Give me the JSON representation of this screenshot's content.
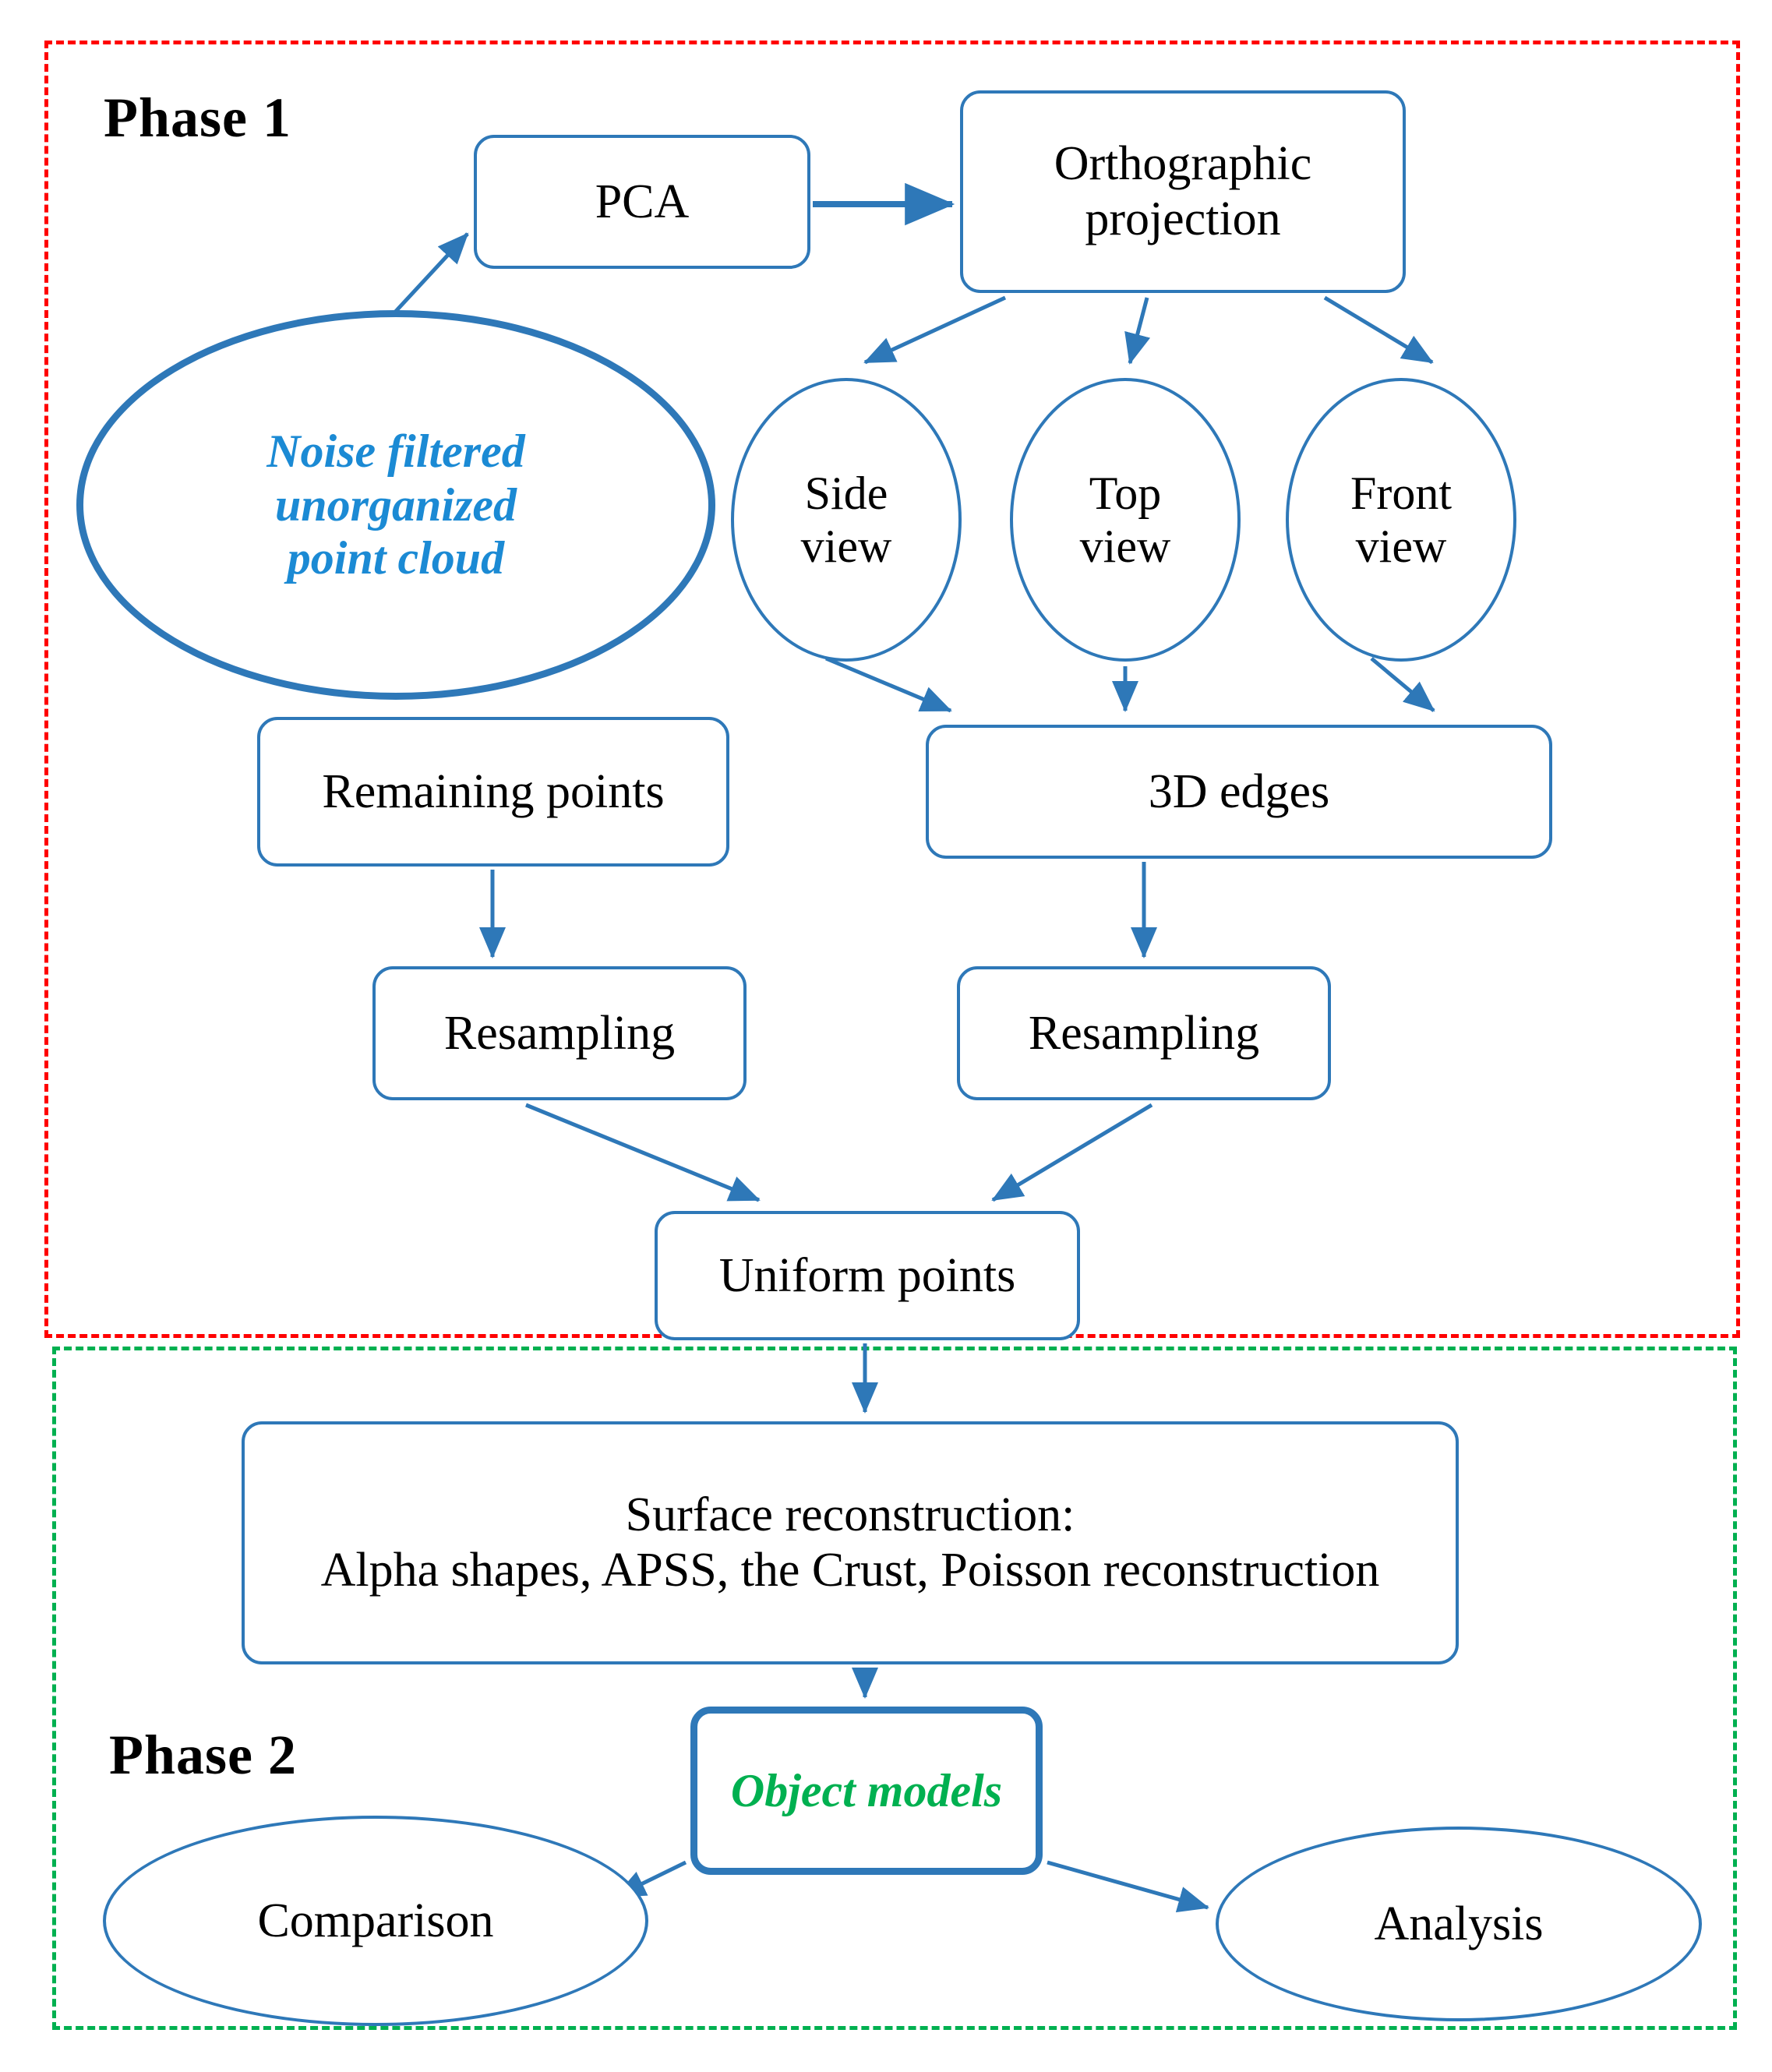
{
  "colors": {
    "node_stroke": "#2E78B8",
    "phase1_border": "#FF0000",
    "phase2_border": "#00B050",
    "cloud_text": "#1B8AD4",
    "object_text": "#00B050",
    "text": "#000000"
  },
  "phases": {
    "phase1": {
      "label": "Phase 1"
    },
    "phase2": {
      "label": "Phase 2"
    }
  },
  "nodes": {
    "pca": {
      "label": "PCA",
      "shape": "rounded-rect"
    },
    "orthographic_projection": {
      "label": "Orthographic\nprojection",
      "shape": "rounded-rect"
    },
    "noise_filtered_cloud": {
      "label": "Noise filtered\nunorganized\npoint cloud",
      "shape": "ellipse"
    },
    "side_view": {
      "label": "Side\nview",
      "shape": "ellipse"
    },
    "top_view": {
      "label": "Top\nview",
      "shape": "ellipse"
    },
    "front_view": {
      "label": "Front\nview",
      "shape": "ellipse"
    },
    "remaining_points": {
      "label": "Remaining points",
      "shape": "rounded-rect"
    },
    "three_d_edges": {
      "label": "3D edges",
      "shape": "rounded-rect"
    },
    "resampling_left": {
      "label": "Resampling",
      "shape": "rounded-rect"
    },
    "resampling_right": {
      "label": "Resampling",
      "shape": "rounded-rect"
    },
    "uniform_points": {
      "label": "Uniform points",
      "shape": "rounded-rect"
    },
    "surface_reconstruction": {
      "label": "Surface reconstruction:\nAlpha shapes, APSS, the Crust, Poisson reconstruction",
      "shape": "rounded-rect"
    },
    "object_models": {
      "label": "Object models",
      "shape": "rounded-rect"
    },
    "comparison": {
      "label": "Comparison",
      "shape": "ellipse"
    },
    "analysis": {
      "label": "Analysis",
      "shape": "ellipse"
    }
  },
  "edges": [
    {
      "from": "noise_filtered_cloud",
      "to": "pca"
    },
    {
      "from": "pca",
      "to": "orthographic_projection"
    },
    {
      "from": "orthographic_projection",
      "to": "side_view"
    },
    {
      "from": "orthographic_projection",
      "to": "top_view"
    },
    {
      "from": "orthographic_projection",
      "to": "front_view"
    },
    {
      "from": "side_view",
      "to": "three_d_edges"
    },
    {
      "from": "top_view",
      "to": "three_d_edges"
    },
    {
      "from": "front_view",
      "to": "three_d_edges"
    },
    {
      "from": "remaining_points",
      "to": "resampling_left"
    },
    {
      "from": "three_d_edges",
      "to": "resampling_right"
    },
    {
      "from": "resampling_left",
      "to": "uniform_points"
    },
    {
      "from": "resampling_right",
      "to": "uniform_points"
    },
    {
      "from": "uniform_points",
      "to": "surface_reconstruction"
    },
    {
      "from": "surface_reconstruction",
      "to": "object_models"
    },
    {
      "from": "object_models",
      "to": "comparison"
    },
    {
      "from": "object_models",
      "to": "analysis"
    }
  ]
}
